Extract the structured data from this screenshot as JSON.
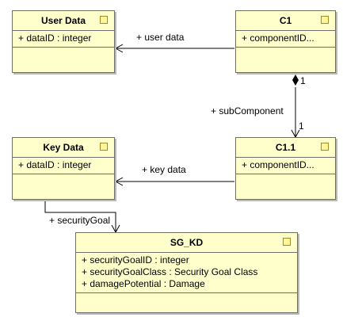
{
  "classes": {
    "user_data": {
      "name": "User Data",
      "attributes": [
        "+ dataID : integer"
      ]
    },
    "c1": {
      "name": "C1",
      "attributes": [
        "+ componentID..."
      ]
    },
    "key_data": {
      "name": "Key Data",
      "attributes": [
        "+ dataID : integer"
      ]
    },
    "c1_1": {
      "name": "C1.1",
      "attributes": [
        "+ componentID..."
      ]
    },
    "sg_kd": {
      "name": "SG_KD",
      "attributes": [
        "+ securityGoalID : integer",
        "+ securityGoalClass : Security Goal Class",
        "+ damagePotential : Damage"
      ]
    }
  },
  "associations": {
    "user_data_label": "+ user data",
    "key_data_label": "+ key data",
    "sub_component_label": "+ subComponent",
    "security_goal_label": "+ securityGoal",
    "multiplicity_source": "1",
    "multiplicity_target": "1"
  }
}
